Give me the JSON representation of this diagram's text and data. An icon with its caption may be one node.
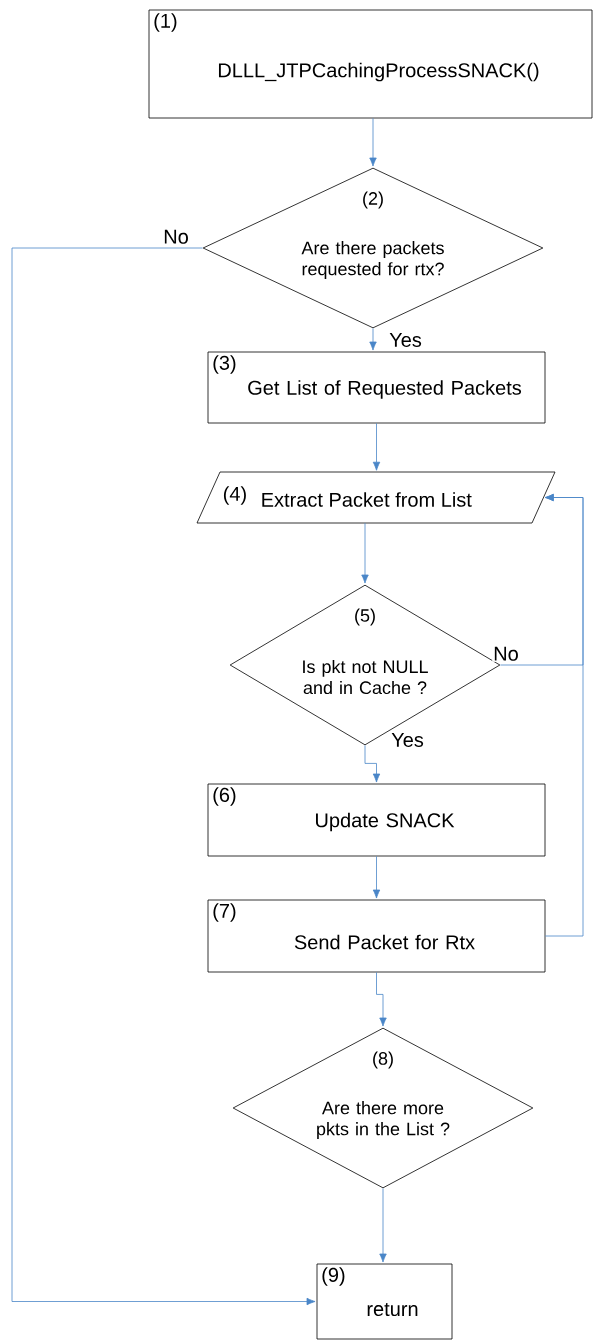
{
  "diagram": {
    "nodes": [
      {
        "text": [
          "(1)",
          "DLLL_JTPCachingProcessSNACK()"
        ]
      },
      {
        "text": [
          "(2)",
          "Are there packets requested for rtx?"
        ]
      },
      {
        "text": [
          "(3)",
          "Get List of Requested Packets"
        ]
      },
      {
        "text": [
          "(4)",
          "Extract Packet from List"
        ]
      },
      {
        "text": [
          "(5)",
          "Is pkt not NULL and in Cache ?"
        ]
      },
      {
        "text": [
          "(6)",
          "Update SNACK"
        ]
      },
      {
        "text": [
          "(7)",
          "Send Packet for Rtx"
        ]
      },
      {
        "text": [
          "(8)",
          "Are there more pkts in the List ?"
        ]
      },
      {
        "text": [
          "(9)",
          "return"
        ]
      }
    ],
    "edges": [
      {
        "from": 0,
        "to": 1,
        "arrow": "to"
      },
      {
        "from": 1,
        "to": 2,
        "arrow": "to",
        "label": "Yes"
      },
      {
        "from": 1,
        "to": 8,
        "arrow": "to",
        "label": "No"
      },
      {
        "from": 2,
        "to": 3,
        "arrow": "to"
      },
      {
        "from": 3,
        "to": 4,
        "arrow": "to"
      },
      {
        "from": 4,
        "to": 5,
        "arrow": "to",
        "label": "Yes"
      },
      {
        "from": 5,
        "to": 6,
        "arrow": "to"
      },
      {
        "from": 6,
        "to": 3,
        "arrow": "to"
      },
      {
        "from": 4,
        "to": 3,
        "arrow": "to",
        "label": "No"
      },
      {
        "from": 6,
        "to": 7,
        "arrow": "to"
      },
      {
        "from": 7,
        "to": 8,
        "arrow": "to"
      }
    ]
  }
}
